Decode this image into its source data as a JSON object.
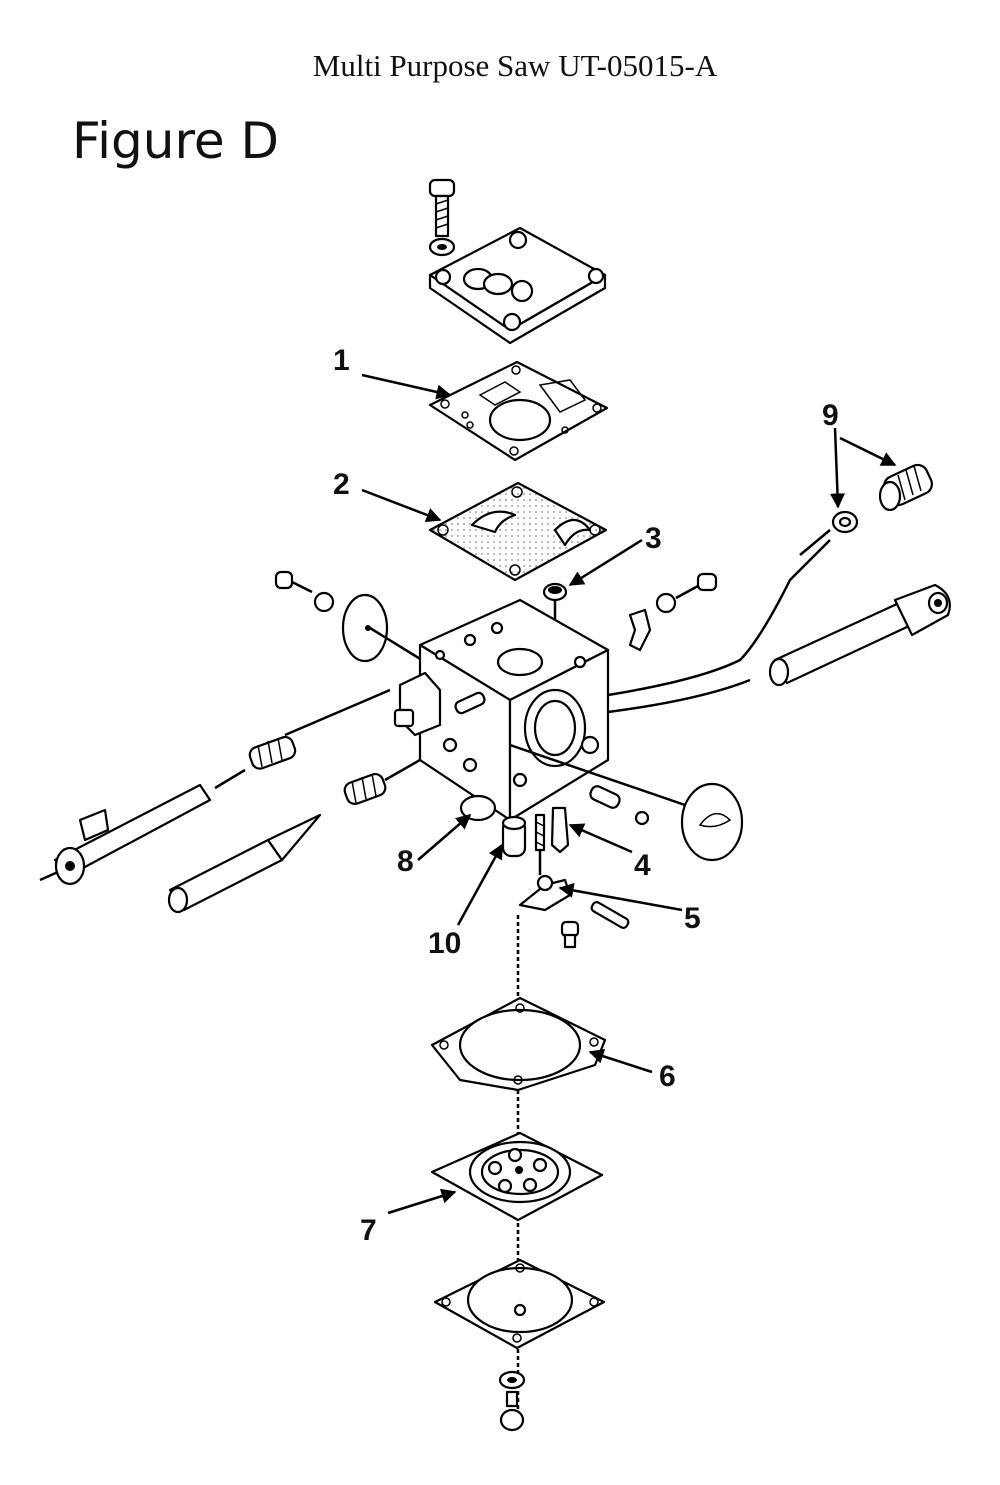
{
  "header": {
    "title": "Multi Purpose Saw UT-05015-A",
    "figure_label": "Figure D"
  },
  "callouts": [
    {
      "id": "1",
      "label": "1"
    },
    {
      "id": "2",
      "label": "2"
    },
    {
      "id": "3",
      "label": "3"
    },
    {
      "id": "4",
      "label": "4"
    },
    {
      "id": "5",
      "label": "5"
    },
    {
      "id": "6",
      "label": "6"
    },
    {
      "id": "7",
      "label": "7"
    },
    {
      "id": "8",
      "label": "8"
    },
    {
      "id": "9",
      "label": "9"
    },
    {
      "id": "10",
      "label": "10"
    }
  ],
  "colors": {
    "ink": "#000000",
    "paper": "#ffffff"
  }
}
